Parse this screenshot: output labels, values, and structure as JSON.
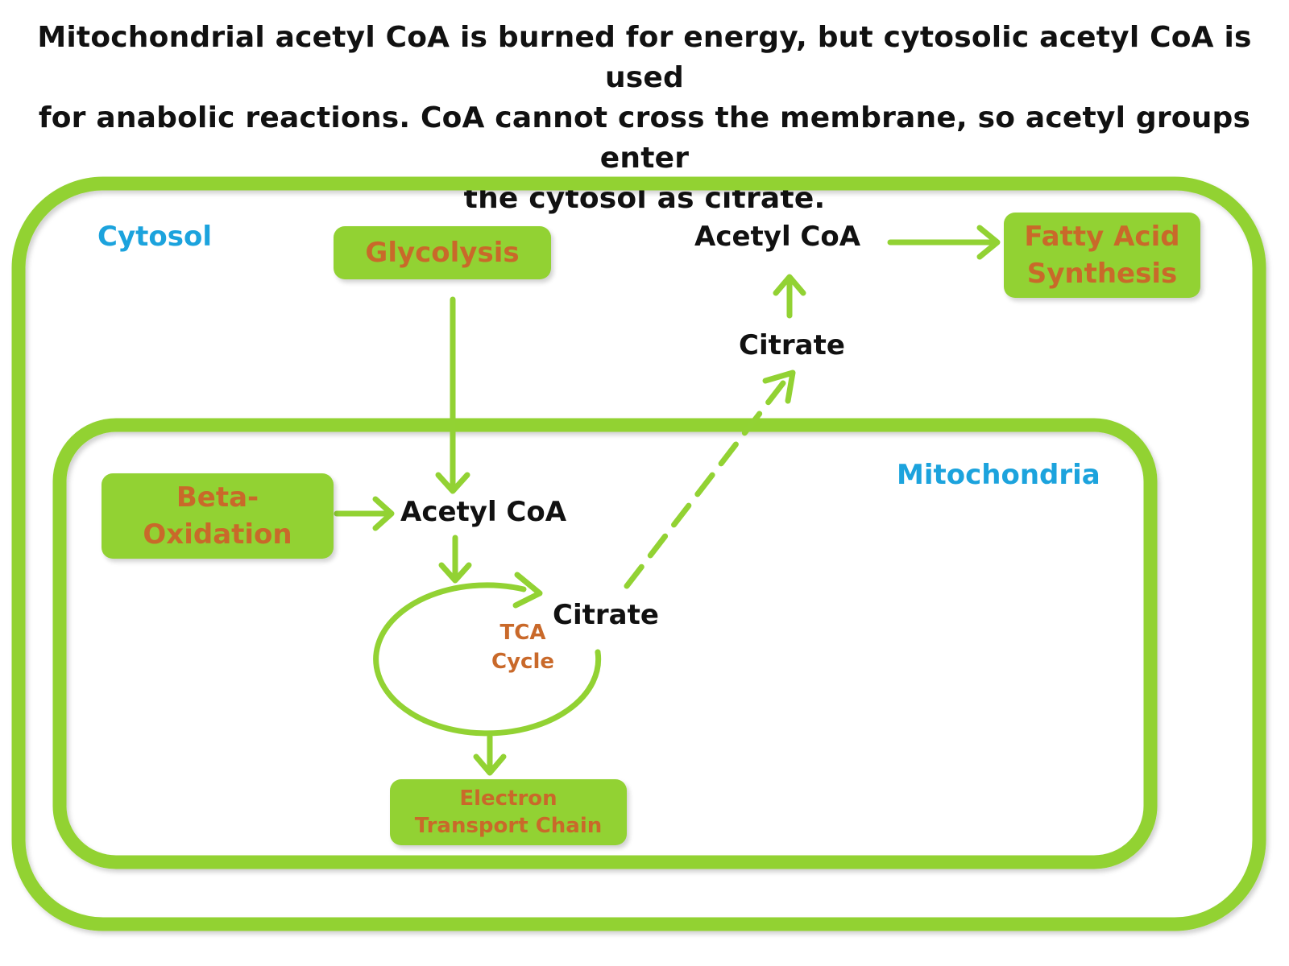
{
  "title": {
    "line1": "Mitochondrial acetyl CoA is burned for energy, but cytosolic acetyl CoA is used",
    "line2": "for anabolic reactions. CoA cannot cross the membrane, so acetyl groups enter",
    "line3": "the cytosol as citrate."
  },
  "colors": {
    "membrane": "#92d233",
    "process_box": "#92d233",
    "process_text": "#c9692a",
    "compartment_label": "#1ca3dd",
    "metabolite_text": "#111111"
  },
  "cytosol": {
    "label": "Cytosol",
    "glycolysis": "Glycolysis",
    "acetyl_coa": "Acetyl CoA",
    "citrate": "Citrate",
    "fatty_acid_synthesis": {
      "line1": "Fatty Acid",
      "line2": "Synthesis"
    }
  },
  "mitochondria": {
    "label": "Mitochondria",
    "beta_oxidation": {
      "line1": "Beta-",
      "line2": "Oxidation"
    },
    "acetyl_coa": "Acetyl CoA",
    "citrate": "Citrate",
    "tca_cycle": {
      "line1": "TCA",
      "line2": "Cycle"
    },
    "electron_transport_chain": {
      "line1": "Electron",
      "line2": "Transport Chain"
    }
  }
}
